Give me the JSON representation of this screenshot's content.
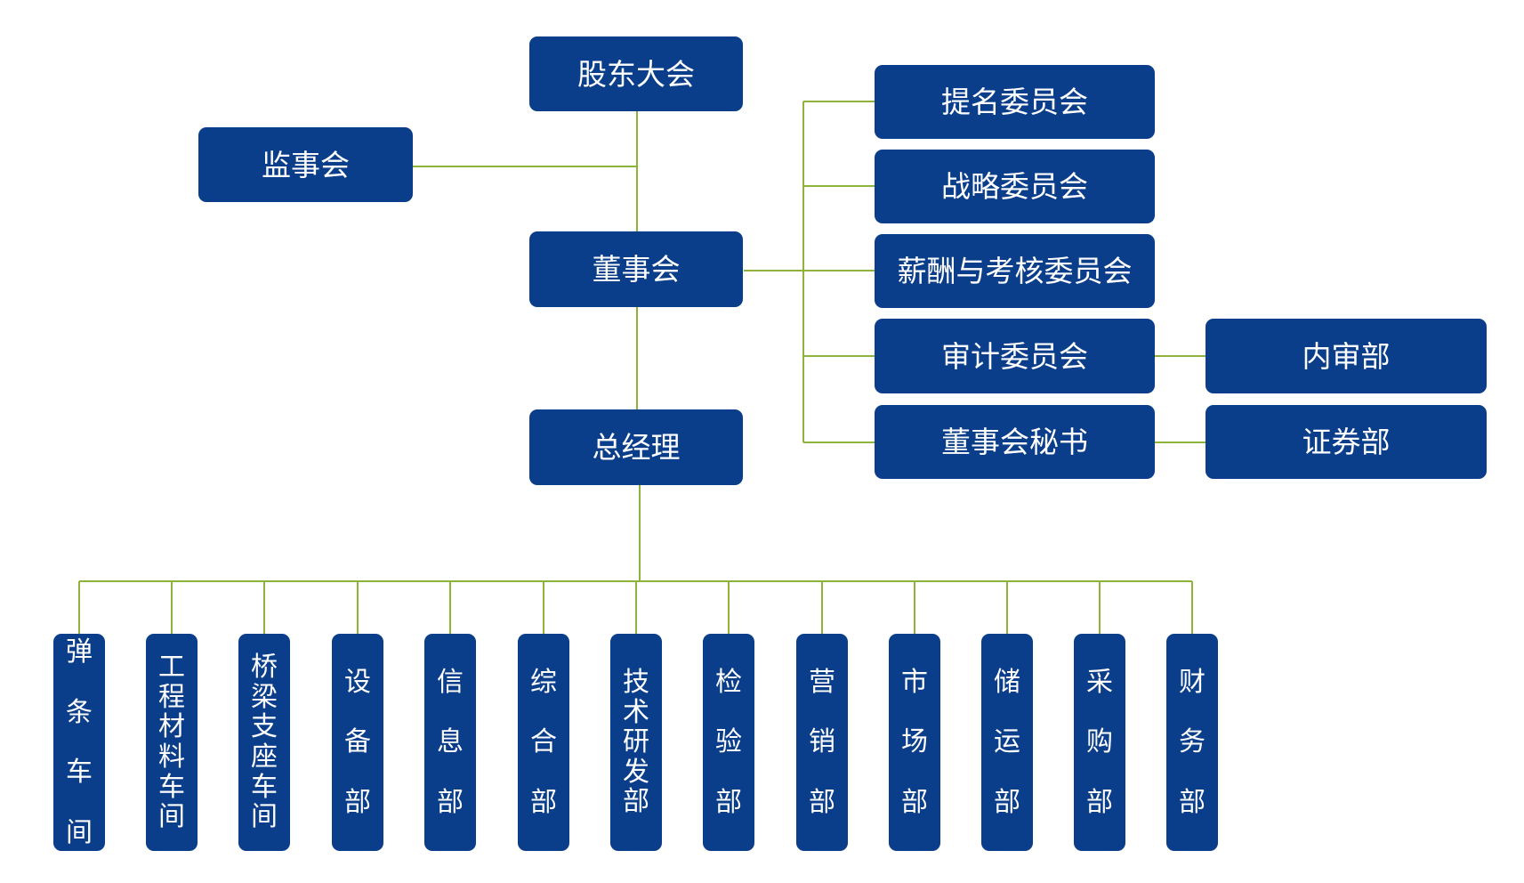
{
  "colors": {
    "box": "#0a3e8a",
    "text": "#ffffff",
    "connector": "#8db33a"
  },
  "top": {
    "shareholders": "股东大会",
    "supervisors": "监事会",
    "board": "董事会",
    "gm": "总经理"
  },
  "committees": [
    "提名委员会",
    "战略委员会",
    "薪酬与考核委员会",
    "审计委员会",
    "董事会秘书"
  ],
  "right_units": {
    "internal_audit": "内审部",
    "securities": "证券部"
  },
  "departments": [
    "弹条车间",
    "工程材料车间",
    "桥梁支座车间",
    "设备部",
    "信息部",
    "综合部",
    "技术研发部",
    "检验部",
    "营销部",
    "市场部",
    "储运部",
    "采购部",
    "财务部"
  ]
}
